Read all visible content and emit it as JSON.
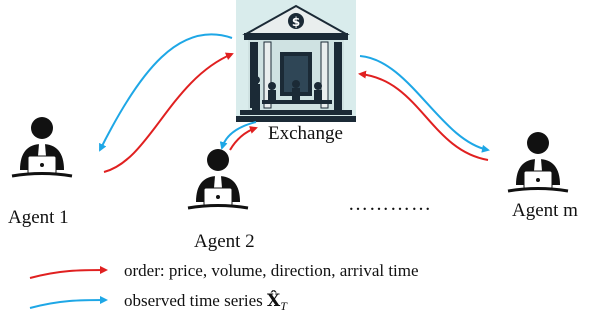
{
  "exchange": {
    "label": "Exchange",
    "currency_symbol": "$"
  },
  "agents": [
    {
      "label": "Agent 1"
    },
    {
      "label": "Agent 2"
    },
    {
      "label": "Agent m"
    }
  ],
  "ellipsis": "…………",
  "legend": {
    "order": {
      "text": "order: price, volume, direction, arrival time",
      "color": "#e02020"
    },
    "observed": {
      "text_prefix": "observed time series ",
      "symbol": "X̂",
      "subscript": "T",
      "color": "#1ea7e6"
    }
  }
}
